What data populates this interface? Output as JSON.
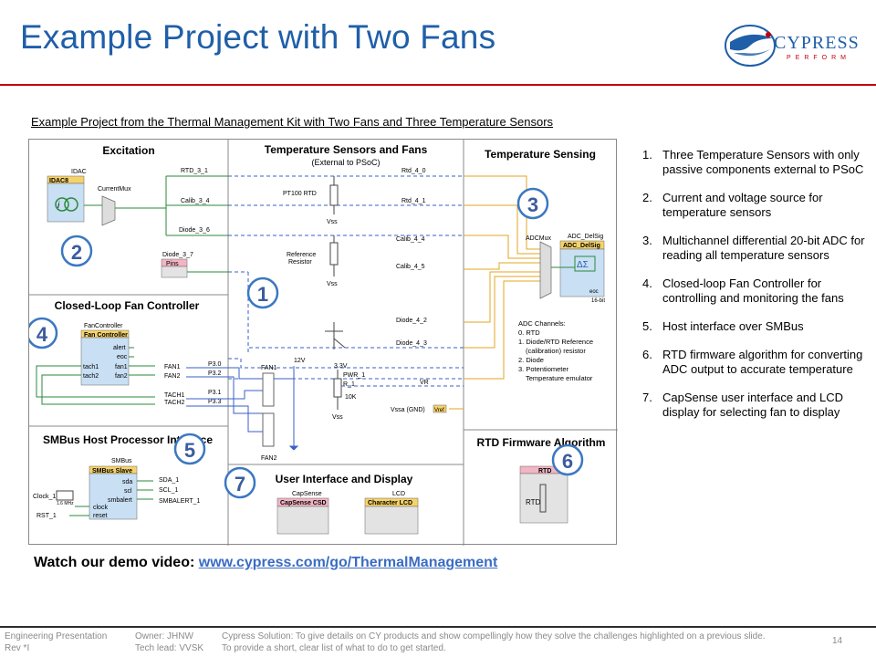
{
  "slide": {
    "title": "Example Project with Two Fans",
    "subtitle": "Example Project from the Thermal Management Kit with Two Fans and Three Temperature Sensors"
  },
  "logo": {
    "brand": "CYPRESS",
    "tagline": "PERFORM",
    "primary_color": "#1f5fa8",
    "accent_color": "#c0000b"
  },
  "diagram": {
    "sections": {
      "excitation": "Excitation",
      "temp_sensors_fans": "Temperature Sensors and Fans",
      "temp_sensors_fans_sub": "(External to PSoC)",
      "temp_sensing": "Temperature Sensing",
      "fan_controller": "Closed-Loop Fan Controller",
      "smbus": "SMBus Host Processor Interface",
      "ui_display": "User Interface and Display",
      "rtd_algorithm": "RTD Firmware Algorithm"
    },
    "components": {
      "idac_label": "IDAC",
      "idac_name": "IDAC8",
      "current_mux": "CurrentMux",
      "pins_pin": "Diode_3_7",
      "pins_name": "Pins",
      "pt100": "PT100 RTD",
      "ref_resistor_1": "Reference",
      "ref_resistor_2": "Resistor",
      "adc_mux": "ADCMux",
      "adc_label": "ADC_DelSig",
      "adc_name": "ADC_DelSig",
      "adc_bits": "16-bit",
      "adc_eoc": "eoc",
      "fan_ctrl_label": "FanController",
      "fan_ctrl_name": "Fan Controller",
      "smbus_label": "SMBus",
      "smbus_name": "SMBus Slave",
      "capsense_label": "CapSense",
      "capsense_name": "CapSense CSD",
      "lcd_label": "LCD",
      "lcd_name": "Character LCD",
      "rtd_name": "RTD",
      "clock_name": "Clock_1",
      "clock_freq": "1.6 MHz",
      "rst_name": "RST_1",
      "fan1": "FAN1",
      "fan2": "FAN2",
      "v12": "12V",
      "v33": "3.3V",
      "pwr": "PWR_1",
      "r1": "R_1",
      "r1_val": "10K",
      "vss": "Vss",
      "vref": "Vref"
    },
    "nets": {
      "rtd_3_1": "RTD_3_1",
      "calib_3_4": "Calib_3_4",
      "diode_3_6": "Diode_3_6",
      "rtd_4_0": "Rtd_4_0",
      "rtd_4_1": "Rtd_4_1",
      "calib_4_4": "Calib_4_4",
      "calib_4_5": "Calib_4_5",
      "diode_4_2": "Diode_4_2",
      "diode_4_3": "Diode_4_3",
      "vr": "VR",
      "vssa": "Vssa (GND)",
      "p30": "P3.0",
      "p32": "P3.2",
      "p31": "P3.1",
      "p33": "P3.3",
      "fan1_out": "FAN1",
      "fan2_out": "FAN2",
      "tach1_out": "TACH1",
      "tach2_out": "TACH2",
      "sda": "SDA_1",
      "scl": "SCL_1",
      "smbalert": "SMBALERT_1"
    },
    "ports": {
      "alert": "alert",
      "eoc": "eoc",
      "tach1": "tach1",
      "tach2": "tach2",
      "fan1": "fan1",
      "fan2": "fan2",
      "sda": "sda",
      "scl": "scl",
      "smbalert": "smbalert",
      "clock": "clock",
      "reset": "reset"
    },
    "adc_channels": [
      "ADC Channels:",
      "0. RTD",
      "1. Diode/RTD Reference",
      "(calibration) resistor",
      "2. Diode",
      "3. Potentiometer",
      "Temperature emulator"
    ],
    "callouts": [
      "1",
      "2",
      "3",
      "4",
      "5",
      "6",
      "7"
    ]
  },
  "features": [
    {
      "num": "1.",
      "text": "Three Temperature Sensors with only passive components external to PSoC"
    },
    {
      "num": "2.",
      "text": "Current and voltage source for temperature sensors"
    },
    {
      "num": "3.",
      "text": "Multichannel differential 20-bit ADC for reading all temperature sensors"
    },
    {
      "num": "4.",
      "text": "Closed-loop Fan Controller for controlling and monitoring the fans"
    },
    {
      "num": "5.",
      "text": "Host interface over SMBus"
    },
    {
      "num": "6.",
      "text": "RTD firmware algorithm for converting ADC output to accurate temperature"
    },
    {
      "num": "7.",
      "text": "CapSense user interface and LCD display for selecting fan to display"
    }
  ],
  "watch": {
    "label": "Watch our demo video:",
    "link": "www.cypress.com/go/ThermalManagement"
  },
  "footer": {
    "col1_line1": "Engineering Presentation",
    "col1_line2": "Rev *I",
    "col2_line1": "Owner: JHNW",
    "col2_line2": "Tech lead: VVSK",
    "col3_line1": "Cypress Solution: To give details on CY products and show compellingly how they solve the challenges highlighted on a previous slide.",
    "col3_line2": "To provide a short, clear list of what to do to get started.",
    "page": "14"
  }
}
